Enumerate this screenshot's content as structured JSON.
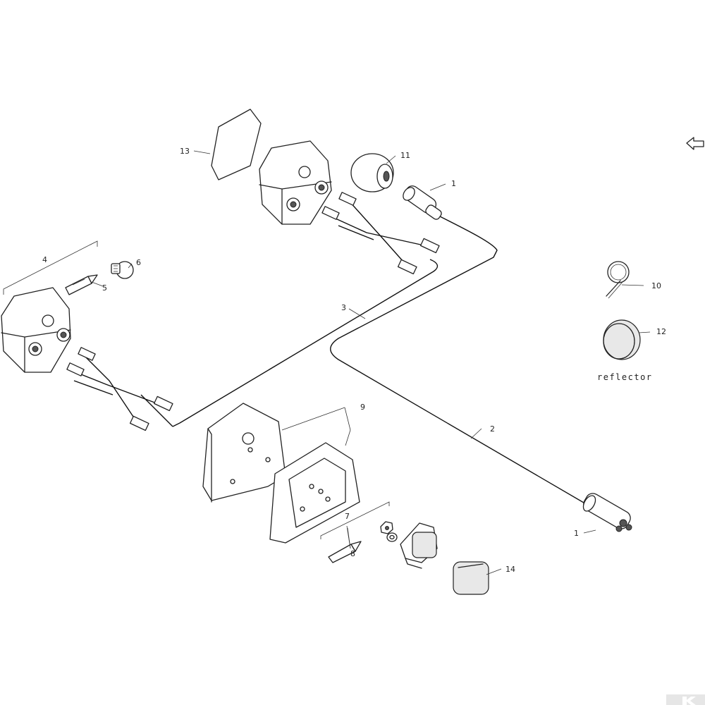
{
  "labels": {
    "p1a": "1",
    "p1b": "1",
    "p2": "2",
    "p3": "3",
    "p4": "4",
    "p5": "5",
    "p6": "6",
    "p7": "7",
    "p8": "8",
    "p9": "9",
    "p10": "10",
    "p11": "11",
    "p12": "12",
    "p13": "13",
    "p14": "14"
  },
  "annotation": "reflector",
  "icons": {
    "nav": "back-arrow-icon",
    "brand": "brand-logo"
  }
}
